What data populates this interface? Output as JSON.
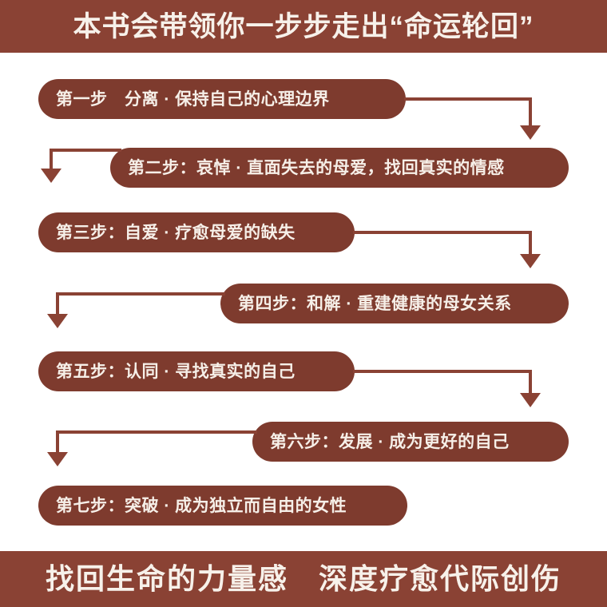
{
  "header": {
    "title": "本书会带领你一步步走出“命运轮回”",
    "background_color": "#8a4234",
    "text_color": "#f7f1ea"
  },
  "footer": {
    "title": "找回生命的力量感　深度疗愈代际创伤",
    "background_color": "#8a4234",
    "text_color": "#f7f1ea"
  },
  "flow": {
    "pill_color": "#7e3b2e",
    "pill_text_color": "#f6efe8",
    "connector_color": "#8a4234",
    "steps": [
      {
        "label": "第一步　分离 · 保持自己的心理边界"
      },
      {
        "label": "第二步：哀悼 · 直面失去的母爱，找回真实的情感"
      },
      {
        "label": "第三步：自爱 · 疗愈母爱的缺失"
      },
      {
        "label": "第四步：和解 · 重建健康的母女关系"
      },
      {
        "label": "第五步：认同 · 寻找真实的自己"
      },
      {
        "label": "第六步：发展 · 成为更好的自己"
      },
      {
        "label": "第七步：突破 · 成为独立而自由的女性"
      }
    ]
  }
}
